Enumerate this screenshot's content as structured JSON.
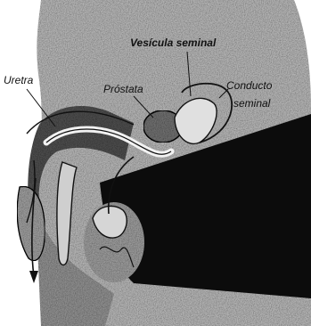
{
  "diagram": {
    "labels": {
      "uretra": "Uretra",
      "prostata": "Próstata",
      "vesicula": "Vesícula seminal",
      "conducto_line1": "Conducto",
      "conducto_line2": "seminal"
    },
    "colors": {
      "background": "#ffffff",
      "body_fill": "#b3b3b3",
      "shadow_fill": "#5e5e5e",
      "dark_fill": "#0c0c0c",
      "duct_fill": "#e8e8e8",
      "ink": "#111111"
    }
  }
}
